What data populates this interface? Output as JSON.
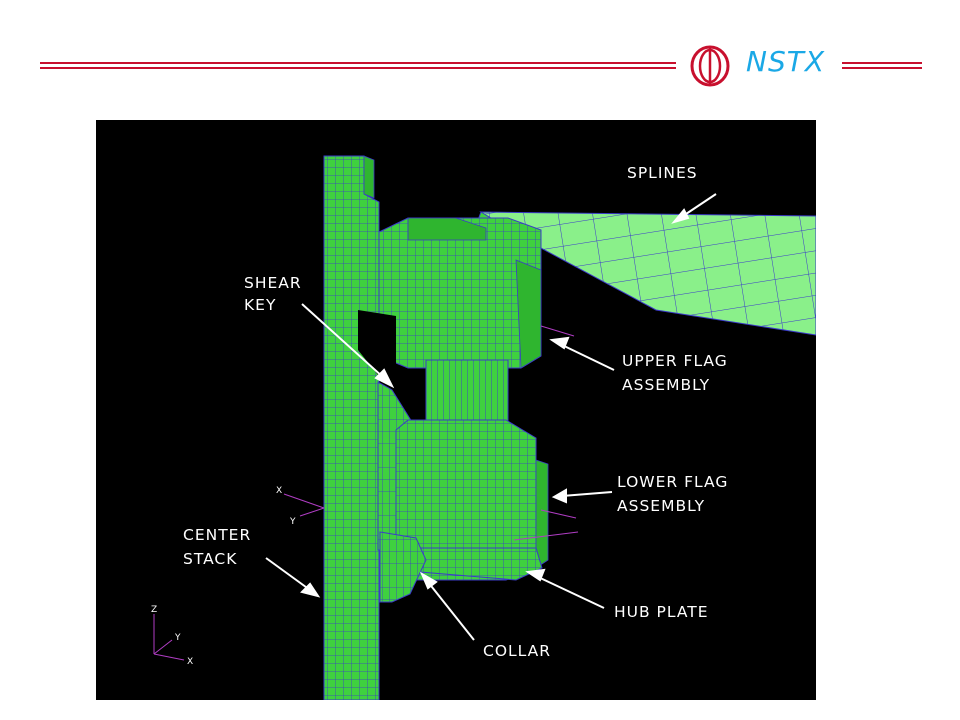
{
  "header": {
    "logo_text": "NSTX",
    "colors": {
      "rule": "#c8102e",
      "logo_text": "#1aa8e6"
    }
  },
  "figure": {
    "background": "#000000",
    "mesh_fill": "#3fd13f",
    "mesh_light_fill": "#8af08a",
    "mesh_line": "#3b3bc9",
    "labels": {
      "splines": "SPLINES",
      "shear_key_1": "SHEAR",
      "shear_key_2": "KEY",
      "upper_flag_1": "UPPER FLAG",
      "upper_flag_2": "ASSEMBLY",
      "lower_flag_1": "LOWER FLAG",
      "lower_flag_2": "ASSEMBLY",
      "center_stack_1": "CENTER",
      "center_stack_2": "STACK",
      "hub_plate": "HUB PLATE",
      "collar": "COLLAR"
    },
    "axes_a": {
      "x": "X",
      "y": "Y"
    },
    "axes_b": {
      "z": "Z",
      "y": "Y",
      "x": "X"
    }
  }
}
